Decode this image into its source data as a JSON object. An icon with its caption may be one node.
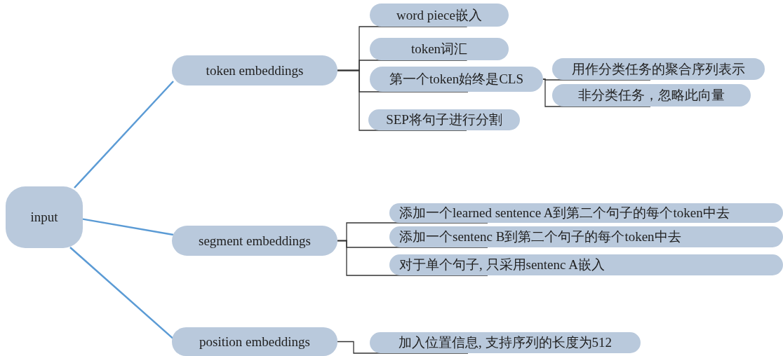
{
  "diagram": {
    "nodes": [
      {
        "text": [
          "input"
        ]
      },
      {
        "text": [
          "token embeddings"
        ]
      },
      {
        "text": [
          "segment embeddings"
        ]
      },
      {
        "text": [
          "position embeddings"
        ]
      },
      {
        "text": [
          "word piece嵌入"
        ]
      },
      {
        "text": [
          "token词汇"
        ]
      },
      {
        "text": [
          "第一个token始终是CLS"
        ]
      },
      {
        "text": [
          "SEP将句子进行分割"
        ]
      },
      {
        "text": [
          "用作分类任务的聚合序列表示"
        ]
      },
      {
        "text": [
          "非分类任务，忽略此向量"
        ]
      },
      {
        "text": [
          "添加一个learned sentence A到第二个句子的每个token中去"
        ]
      },
      {
        "text": [
          "添加一个sentenc B到第二个句子的每个token中去"
        ]
      },
      {
        "text": [
          "对于单个句子, 只采用sentenc A嵌入"
        ]
      },
      {
        "text": [
          "加入位置信息, 支持序列的长度为512"
        ]
      }
    ],
    "edges": [
      {
        "from": 0,
        "to": 1,
        "arrow": "none",
        "color": "#5b9bd5"
      },
      {
        "from": 0,
        "to": 2,
        "arrow": "none",
        "color": "#5b9bd5"
      },
      {
        "from": 0,
        "to": 3,
        "arrow": "none",
        "color": "#5b9bd5"
      },
      {
        "from": 1,
        "to": 4,
        "arrow": "none"
      },
      {
        "from": 1,
        "to": 5,
        "arrow": "none"
      },
      {
        "from": 1,
        "to": 6,
        "arrow": "none"
      },
      {
        "from": 1,
        "to": 7,
        "arrow": "none"
      },
      {
        "from": 6,
        "to": 8,
        "arrow": "none"
      },
      {
        "from": 6,
        "to": 9,
        "arrow": "none"
      },
      {
        "from": 2,
        "to": 10,
        "arrow": "none"
      },
      {
        "from": 2,
        "to": 11,
        "arrow": "none"
      },
      {
        "from": 2,
        "to": 12,
        "arrow": "none"
      },
      {
        "from": 3,
        "to": 13,
        "arrow": "none"
      }
    ]
  }
}
